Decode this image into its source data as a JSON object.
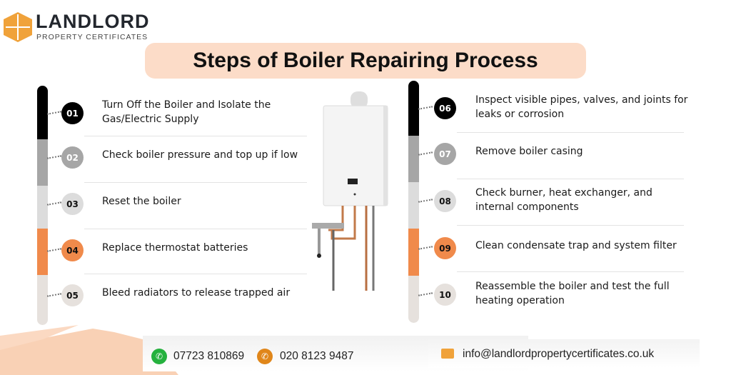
{
  "brand": {
    "name": "LANDLORD",
    "tagline": "PROPERTY CERTIFICATES",
    "accent": "#f0a23a"
  },
  "title": "Steps of Boiler Repairing Process",
  "colors": {
    "black": "#000000",
    "gray": "#a6a6a6",
    "light": "#dcdcdc",
    "orange": "#f08a4b",
    "beige": "#e6e1dd",
    "title_bg": "#fcdcc8"
  },
  "steps_left": [
    {
      "num": "01",
      "text": "Turn Off the Boiler and Isolate the Gas/Electric Supply"
    },
    {
      "num": "02",
      "text": "Check boiler pressure and top up if low"
    },
    {
      "num": "03",
      "text": "Reset the boiler"
    },
    {
      "num": "04",
      "text": "Replace thermostat batteries"
    },
    {
      "num": "05",
      "text": "Bleed radiators to release trapped air"
    }
  ],
  "steps_right": [
    {
      "num": "06",
      "text": "Inspect visible pipes, valves, and joints for leaks or corrosion"
    },
    {
      "num": "07",
      "text": "Remove boiler casing"
    },
    {
      "num": "08",
      "text": "Check burner, heat exchanger, and internal components"
    },
    {
      "num": "09",
      "text": "Clean condensate trap and system filter"
    },
    {
      "num": "10",
      "text": "Reassemble the boiler and test the full heating operation"
    }
  ],
  "contact": {
    "whatsapp": "07723 810869",
    "phone": "020 8123 9487",
    "email": "info@landlordpropertycertificates.co.uk"
  }
}
